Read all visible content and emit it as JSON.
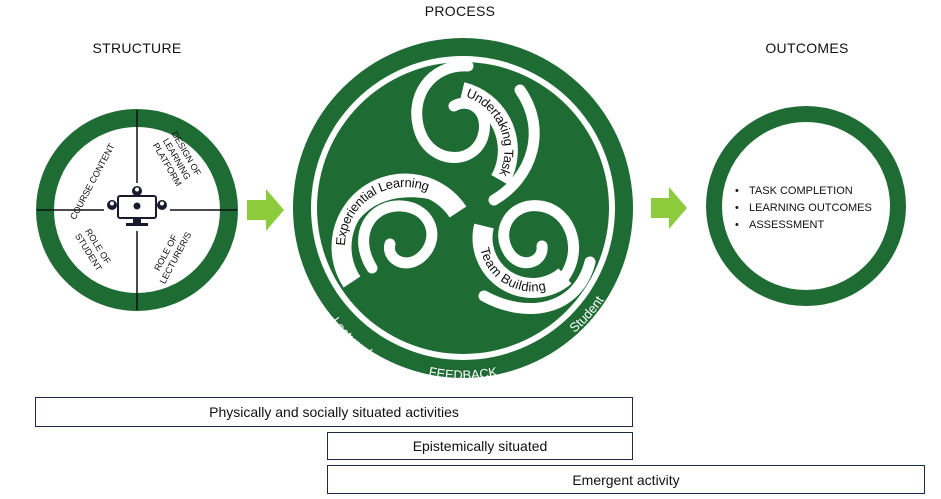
{
  "headings": {
    "structure": "STRUCTURE",
    "process": "PROCESS",
    "outcomes": "OUTCOMES"
  },
  "structure": {
    "quadrants": {
      "top_left": "COURSE CONTENT",
      "top_right": [
        "DESIGN OF",
        "LEARNING",
        "PLATFORM"
      ],
      "bottom_left": [
        "ROLE OF",
        "STUDENT"
      ],
      "bottom_right": [
        "ROLE OF",
        "LECTURER/S"
      ]
    },
    "center_icon": "online-meeting-icon"
  },
  "process": {
    "spiral_labels": {
      "top": "Undertaking Task",
      "left": "Experiential Learning",
      "right": "Team Building"
    },
    "ring_labels": {
      "left": "Lecturer/s",
      "bottom": "FEEDBACK",
      "right": "Student"
    }
  },
  "outcomes": {
    "items": [
      "TASK COMPLETION",
      "LEARNING OUTCOMES",
      "ASSESSMENT"
    ]
  },
  "bars": {
    "physical": "Physically and socially situated activities",
    "epistemic": "Epistemically situated",
    "emergent": "Emergent activity"
  },
  "colors": {
    "dark_green": "#1e6b34",
    "arrow_green": "#8ccc3c",
    "bar_border": "#1a2a4a"
  }
}
